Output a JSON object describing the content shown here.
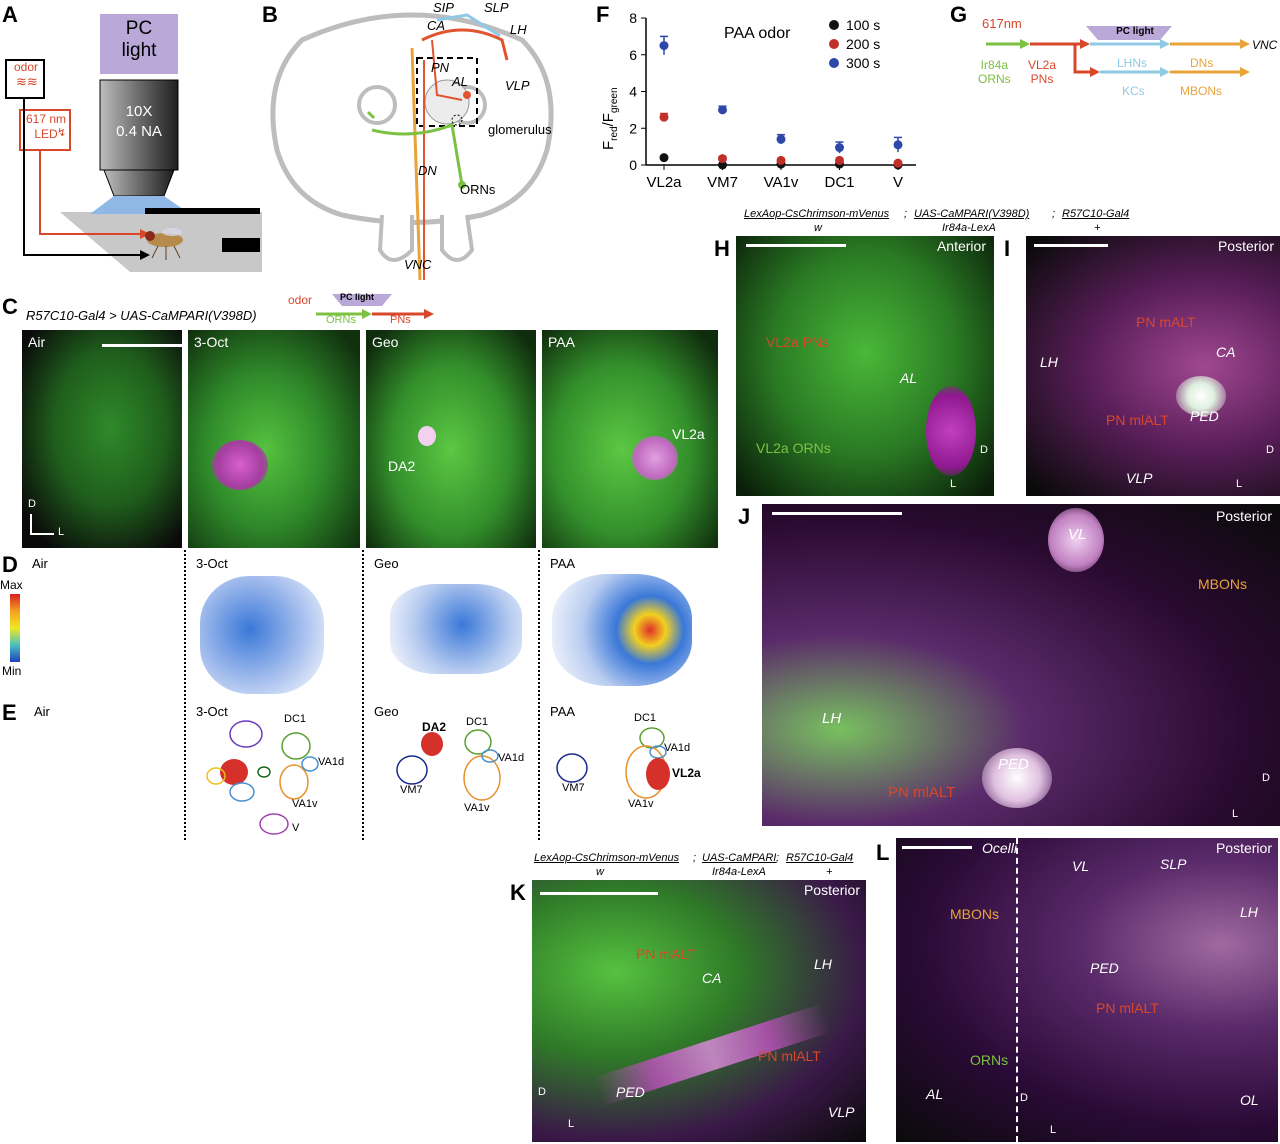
{
  "panels": {
    "A": {
      "letter": "A",
      "odor": "odor",
      "odor_icon": "wave-icon",
      "pc_light": "PC\nlight",
      "objective": "10X\n0.4 NA",
      "led": "617 nm\nLED",
      "bolt_icon": "lightning-icon"
    },
    "B": {
      "letter": "B",
      "labels": {
        "sip": "SIP",
        "slp": "SLP",
        "ca": "CA",
        "lh": "LH",
        "pn": "PN",
        "al": "AL",
        "vlp": "VLP",
        "glomerulus": "glomerulus",
        "orns": "ORNs",
        "dn": "DN",
        "vnc": "VNC"
      }
    },
    "C": {
      "letter": "C",
      "genotype": "R57C10-Gal4 > UAS-CaMPARI(V398D)",
      "odor": "odor",
      "pc_light": "PC light",
      "orns": "ORNs",
      "pns": "PNs",
      "tiles": [
        {
          "title": "Air"
        },
        {
          "title": "3-Oct"
        },
        {
          "title": "Geo",
          "label": "DA2"
        },
        {
          "title": "PAA",
          "label": "VL2a"
        }
      ],
      "axis_d": "D",
      "axis_l": "L"
    },
    "D": {
      "letter": "D",
      "titles": [
        "Air",
        "3-Oct",
        "Geo",
        "PAA"
      ],
      "scale_max": "Max",
      "scale_min": "Min"
    },
    "E": {
      "letter": "E",
      "titles": [
        "Air",
        "3-Oct",
        "Geo",
        "PAA"
      ],
      "oct_labels": {
        "dc1": "DC1",
        "va1d": "VA1d",
        "va1v": "VA1v",
        "v": "V"
      },
      "geo_labels": {
        "da2": "DA2",
        "dc1": "DC1",
        "va1d": "VA1d",
        "vm7": "VM7",
        "va1v": "VA1v"
      },
      "paa_labels": {
        "dc1": "DC1",
        "va1d": "VA1d",
        "vm7": "VM7",
        "vl2a": "VL2a",
        "va1v": "VA1v"
      }
    },
    "F": {
      "letter": "F",
      "ylabel_main": "F",
      "ylabel_sub1": "red",
      "ylabel_mid": "/F",
      "ylabel_sub2": "green"
    },
    "G": {
      "letter": "G",
      "led": "617nm",
      "pc_light": "PC light",
      "orns": "Ir84a\nORNs",
      "pns": "VL2a\nPNs",
      "lhns": "LHNs",
      "kcs": "KCs",
      "dns": "DNs",
      "mbons": "MBONs",
      "vnc": "VNC"
    },
    "H": {
      "letter": "H",
      "geno1a": "LexAop-CsChrimson-mVenus",
      "geno1b": "UAS-CaMPARI(V398D)",
      "geno1c": "R57C10-Gal4",
      "geno2a": "w",
      "geno2b": "Ir84a-LexA",
      "geno2c": "+",
      "sep": ";",
      "view": "Anterior",
      "vl2a_pns": "VL2a PNs",
      "vl2a_orns": "VL2a ORNs",
      "al": "AL",
      "d": "D",
      "l": "L"
    },
    "I": {
      "letter": "I",
      "view": "Posterior",
      "pn_malt": "PN mALT",
      "pn_mlalt": "PN mlALT",
      "lh": "LH",
      "ca": "CA",
      "ped": "PED",
      "vlp": "VLP",
      "d": "D",
      "l": "L"
    },
    "J": {
      "letter": "J",
      "view": "Posterior",
      "vl": "VL",
      "mbons": "MBONs",
      "lh": "LH",
      "ped": "PED",
      "pn_mlalt": "PN mlALT",
      "d": "D",
      "l": "L"
    },
    "K": {
      "letter": "K",
      "geno1a": "LexAop-CsChrimson-mVenus",
      "geno1b": "UAS-CaMPARI",
      "geno1c": "R57C10-Gal4",
      "geno2a": "w",
      "geno2b": "Ir84a-LexA",
      "geno2c": "+",
      "sep": ";",
      "view": "Posterior",
      "pn_malt": "PN mALT",
      "ca": "CA",
      "lh": "LH",
      "pn_mlalt": "PN mlALT",
      "ped": "PED",
      "vlp": "VLP",
      "d": "D",
      "l": "L"
    },
    "L": {
      "letter": "L",
      "view": "Posterior",
      "ocelli": "Ocelli",
      "vl": "VL",
      "slp": "SLP",
      "lh": "LH",
      "mbons": "MBONs",
      "ped": "PED",
      "pn_mlalt": "PN mlALT",
      "orns": "ORNs",
      "al": "AL",
      "ol": "OL",
      "d": "D",
      "l": "L"
    }
  },
  "chart_data": {
    "type": "scatter",
    "title": "PAA odor",
    "ylabel": "F red / F green",
    "categories": [
      "VL2a",
      "VM7",
      "VA1v",
      "DC1",
      "V"
    ],
    "ylim": [
      0,
      8
    ],
    "yticks": [
      0,
      2,
      4,
      6,
      8
    ],
    "legend_position": "top-right",
    "grid": false,
    "series": [
      {
        "name": "100 s",
        "color": "#111111",
        "values": [
          0.4,
          0.0,
          0.05,
          0.05,
          0.0
        ],
        "errors": [
          0.05,
          0.05,
          0.05,
          0.05,
          0.05
        ]
      },
      {
        "name": "200 s",
        "color": "#c0302b",
        "values": [
          2.6,
          0.35,
          0.25,
          0.25,
          0.1
        ],
        "errors": [
          0.2,
          0.1,
          0.1,
          0.1,
          0.05
        ]
      },
      {
        "name": "300 s",
        "color": "#2d48a8",
        "values": [
          6.5,
          3.0,
          1.4,
          0.95,
          1.1
        ],
        "errors": [
          0.5,
          0.2,
          0.25,
          0.3,
          0.4
        ]
      }
    ]
  }
}
